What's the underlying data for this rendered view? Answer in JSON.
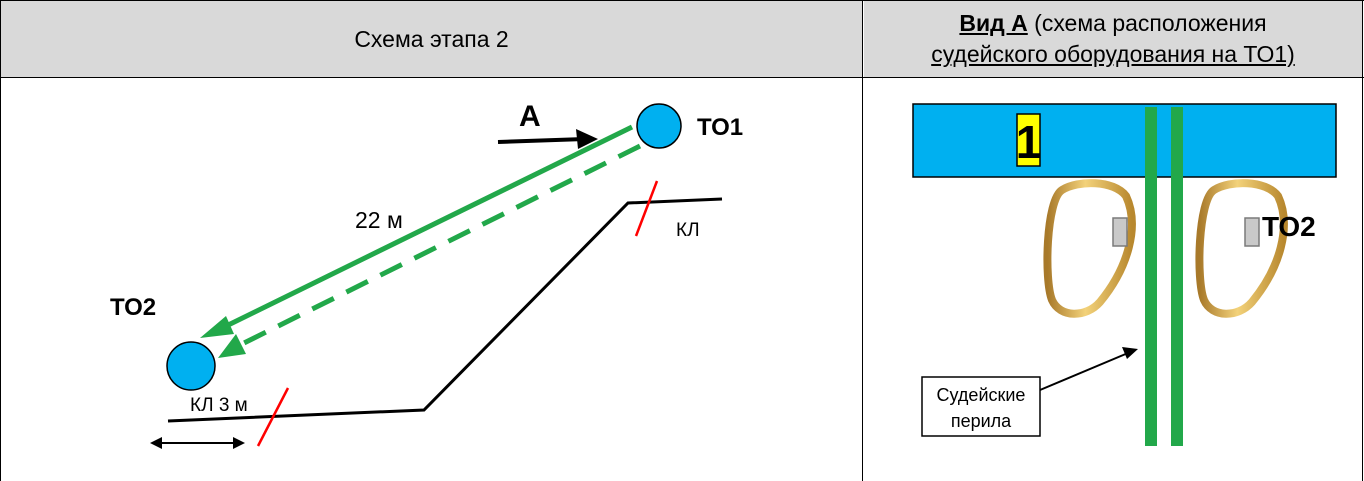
{
  "header": {
    "left_title": "Схема этапа 2",
    "right_title_bold": "Вид А",
    "right_title_rest_1": " (схема расположения",
    "right_title_line2": "судейского оборудования на ТО1)"
  },
  "scheme": {
    "arrow_label": "А",
    "to1_label": "ТО1",
    "to2_label": "ТО2",
    "distance_label": "22 м",
    "kl_label": "КЛ",
    "kl_3m_label": "КЛ 3 м"
  },
  "view_a": {
    "panel_number": "1",
    "to2_label": "ТО2",
    "callout_line1": "Судейские",
    "callout_line2": "перила"
  },
  "colors": {
    "header_bg": "#d9d9d9",
    "point_fill": "#00b0f0",
    "rope_green": "#22a84a",
    "kl_red": "#ff0000",
    "number_bg": "#ffff00"
  }
}
